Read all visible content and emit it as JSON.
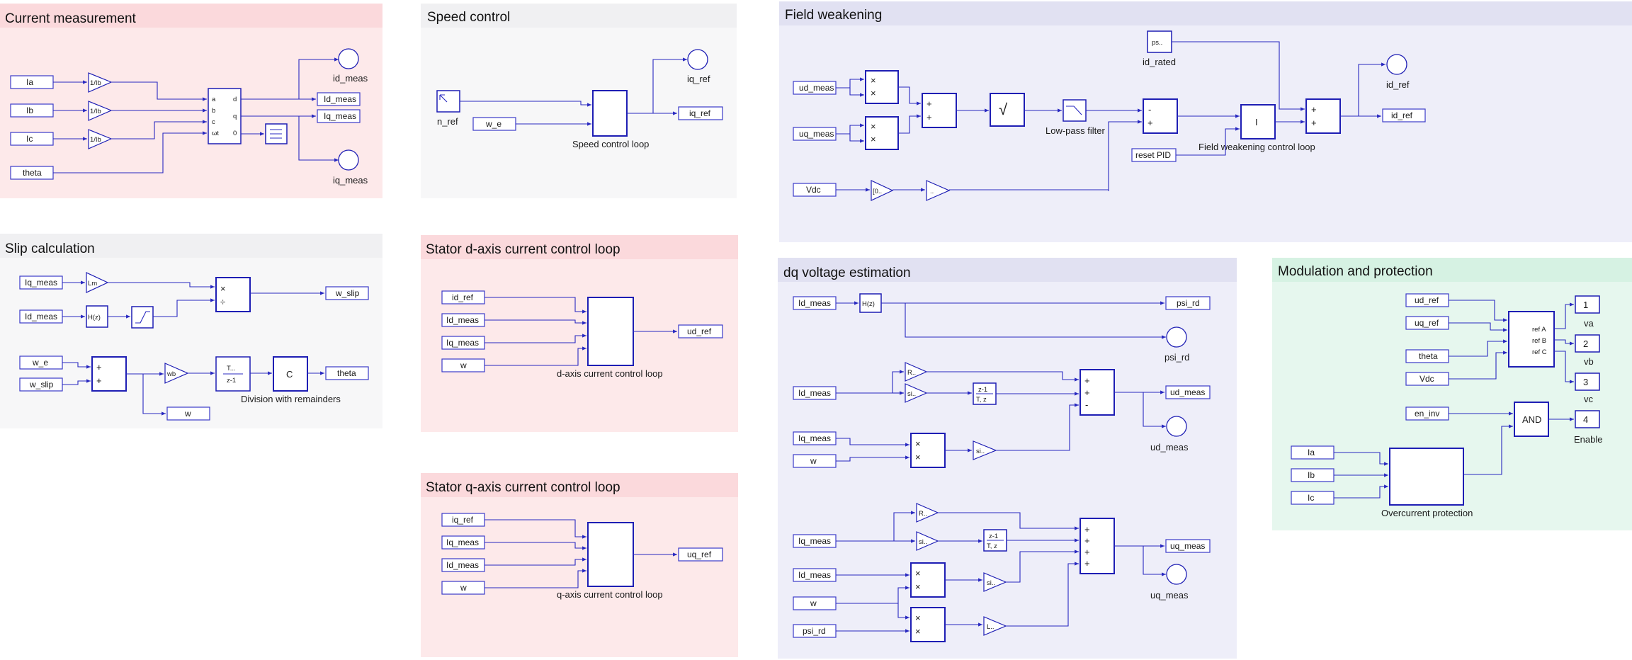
{
  "colors": {
    "wire": "#2828c0",
    "block_border": "#1e1eb4",
    "area_red": "#fde9ea",
    "area_red_header": "#fbd9dc",
    "area_gray": "#f7f7f8",
    "area_gray_header": "#f0f0f2",
    "area_blue": "#eeeef9",
    "area_blue_header": "#e1e1f2",
    "area_green": "#e6f7ee",
    "area_green_header": "#d6f2e3"
  },
  "areas": {
    "current_measurement": {
      "title": "Current measurement",
      "color": "red"
    },
    "speed_control": {
      "title": "Speed control",
      "color": "gray"
    },
    "field_weakening": {
      "title": "Field weakening",
      "color": "blue"
    },
    "slip_calculation": {
      "title": "Slip calculation",
      "color": "gray"
    },
    "stator_d": {
      "title": "Stator d-axis current control loop",
      "color": "red"
    },
    "stator_q": {
      "title": "Stator q-axis current control loop",
      "color": "red"
    },
    "dq_voltage": {
      "title": "dq voltage estimation",
      "color": "blue"
    },
    "modulation": {
      "title": "Modulation and protection",
      "color": "green"
    }
  },
  "current_measurement": {
    "inputs": [
      "Ia",
      "Ib",
      "Ic",
      "theta"
    ],
    "gains": [
      "1/Ib",
      "1/Ib",
      "1/Ib"
    ],
    "transform_ports_in": [
      "a",
      "b",
      "c",
      "ωt"
    ],
    "transform_ports_out": [
      "d",
      "q",
      "0"
    ],
    "goto": [
      "Id_meas",
      "Iq_meas"
    ],
    "scopes": [
      "id_meas",
      "iq_meas"
    ]
  },
  "speed_control": {
    "step_label": "n_ref",
    "input": "w_e",
    "subsystem": "Speed control loop",
    "goto": "iq_ref",
    "scope": "iq_ref"
  },
  "field_weakening": {
    "const_block": "ps..",
    "const_label": "id_rated",
    "inputs": [
      "ud_meas",
      "uq_meas",
      "Vdc",
      "reset PID"
    ],
    "mult_glyph": "×",
    "sum_glyph": "+",
    "minus_glyph": "-",
    "sqrt_glyph": "√",
    "filter_label": "Low-pass filter",
    "sat_label": "[0..",
    "gain_label": "..",
    "pi_glyph": "I",
    "loop_label": "Field weakening control loop",
    "goto": "id_ref",
    "scope": "id_ref"
  },
  "slip_calculation": {
    "inputs": [
      "Iq_meas",
      "Id_meas",
      "w_e",
      "w_slip"
    ],
    "gain_lm": "Lm",
    "tf_label": "H(z)",
    "mult_glyph": "×",
    "div_glyph": "÷",
    "goto_slip": "w_slip",
    "wb_label": "wb",
    "int_num": "T...",
    "int_den": "z-1",
    "c_label": "C",
    "division_label": "Division with remainders",
    "goto_theta": "theta",
    "goto_w": "w"
  },
  "stator_d": {
    "inputs": [
      "id_ref",
      "Id_meas",
      "Iq_meas",
      "w"
    ],
    "subsystem": "d-axis current control loop",
    "goto": "ud_ref"
  },
  "stator_q": {
    "inputs": [
      "iq_ref",
      "Iq_meas",
      "Id_meas",
      "w"
    ],
    "subsystem": "q-axis current control loop",
    "goto": "uq_ref"
  },
  "dq_voltage": {
    "upper_inputs": [
      "Id_meas",
      "Id_meas",
      "Iq_meas",
      "w"
    ],
    "lower_inputs": [
      "Iq_meas",
      "Id_meas",
      "w",
      "psi_rd"
    ],
    "tf_label": "H(z)",
    "goto_psi": "psi_rd",
    "scope_psi": "psi_rd",
    "gain_R": "R..",
    "gain_si": "si..",
    "gain_L": "L..",
    "deriv_num": "z-1",
    "deriv_den": "T, z",
    "goto_ud": "ud_meas",
    "scope_ud": "ud_meas",
    "goto_uq": "uq_meas",
    "scope_uq": "uq_meas"
  },
  "modulation": {
    "inputs": [
      "ud_ref",
      "uq_ref",
      "theta",
      "Vdc",
      "en_inv",
      "Ia",
      "Ib",
      "Ic"
    ],
    "mod_ports": [
      "ref A",
      "ref B",
      "ref C"
    ],
    "outports": [
      {
        "num": "1",
        "label": "va"
      },
      {
        "num": "2",
        "label": "vb"
      },
      {
        "num": "3",
        "label": "vc"
      },
      {
        "num": "4",
        "label": "Enable"
      }
    ],
    "and_label": "AND",
    "protection_label": "Overcurrent protection"
  }
}
